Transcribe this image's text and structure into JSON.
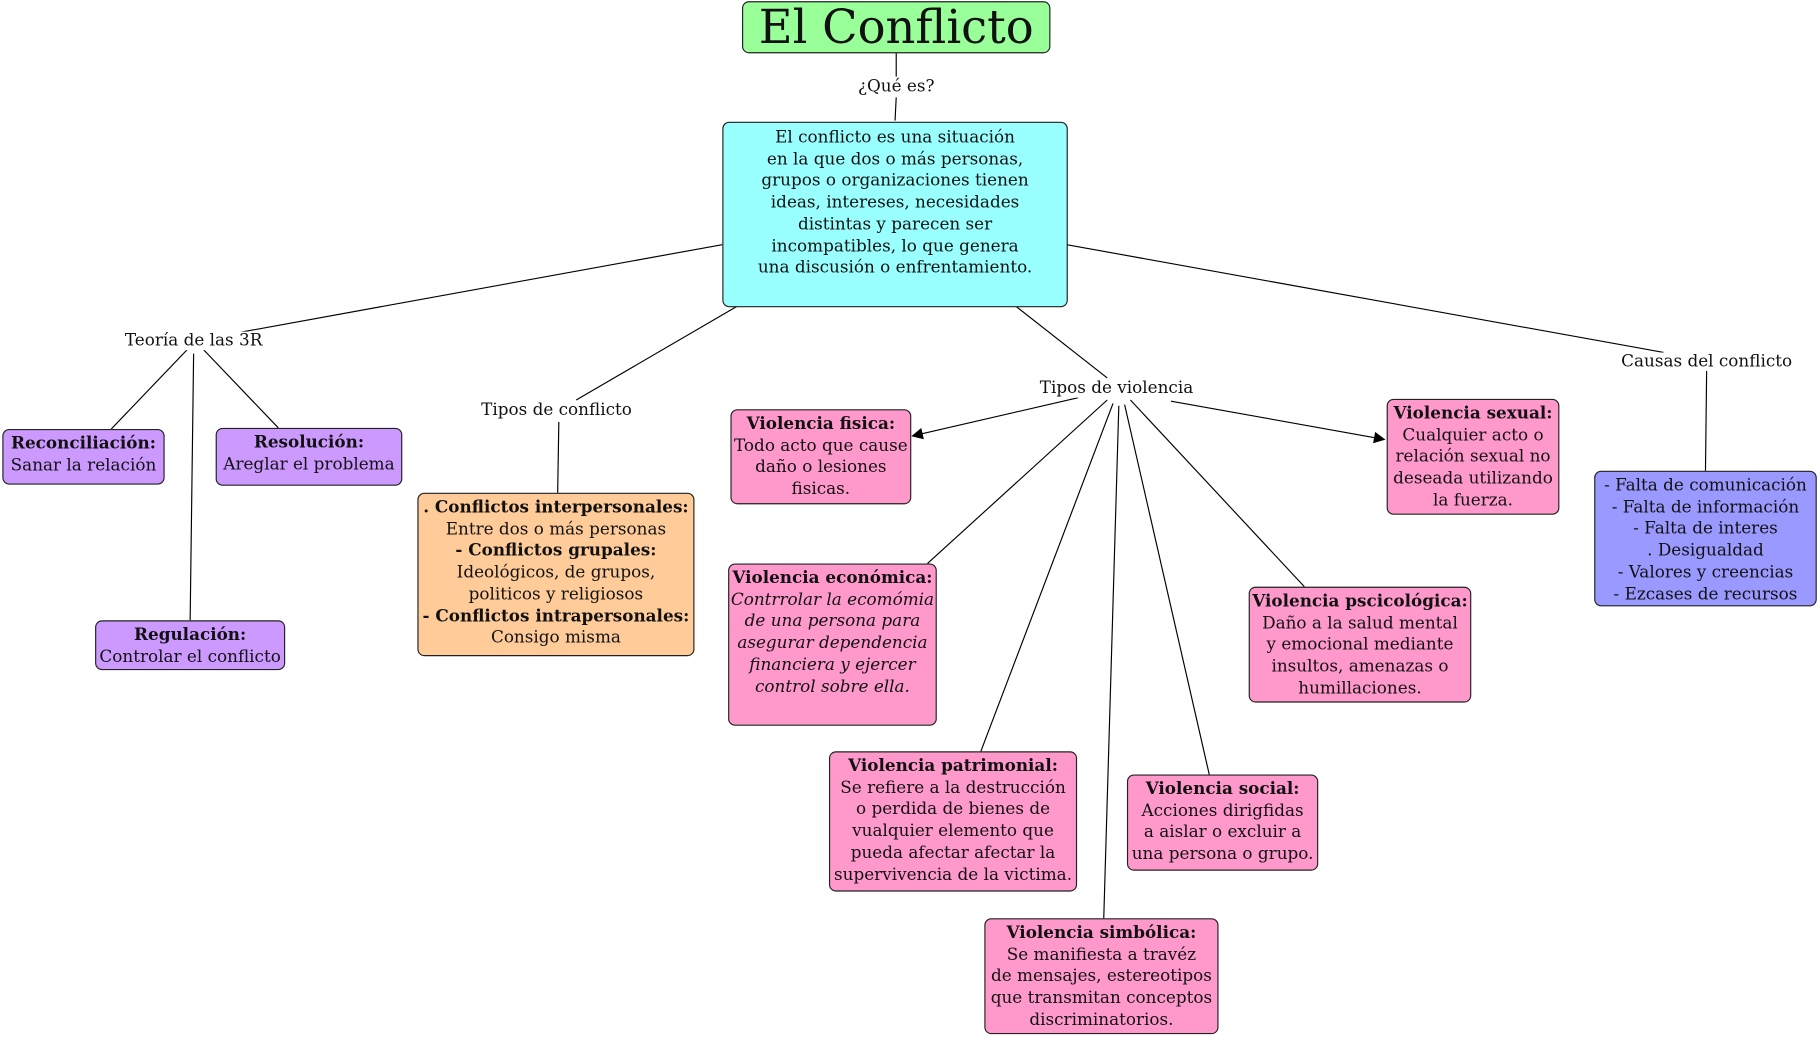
{
  "colors": {
    "title": "#99ff99",
    "definition": "#99ffff",
    "theory": "#cc99ff",
    "types": "#ffcc99",
    "violence": "#ff99cc",
    "causes": "#9999ff"
  },
  "title": "El Conflicto",
  "links": {
    "que_es": "¿Qué es?",
    "teoria": "Teoría de las 3R",
    "tipos_conflicto": "Tipos de conflicto",
    "tipos_violencia": "Tipos de violencia",
    "causas": "Causas del conflicto"
  },
  "definition": [
    "El conflicto es una situación",
    "en la que dos o más personas,",
    "grupos o organizaciones tienen",
    "ideas, intereses, necesidades",
    "distintas y parecen ser",
    "incompatibles, lo que genera",
    "una discusión o enfrentamiento."
  ],
  "theory": {
    "reconciliacion": {
      "title": "Reconciliación:",
      "text": "Sanar la relación"
    },
    "resolucion": {
      "title": "Resolución:",
      "text": "Areglar el problema"
    },
    "regulacion": {
      "title": "Regulación:",
      "text": "Controlar el conflicto"
    }
  },
  "types": [
    ". Conflictos interpersonales:",
    "Entre dos o más personas",
    "- Conflictos grupales:",
    "Ideológicos, de grupos,",
    "politicos y religiosos",
    "- Conflictos intrapersonales:",
    "Consigo misma"
  ],
  "violence": {
    "fisica": {
      "title": "Violencia fisica:",
      "lines": [
        "Todo acto que cause",
        "daño o lesiones",
        "fisicas."
      ]
    },
    "sexual": {
      "title": "Violencia sexual:",
      "lines": [
        "Cualquier acto o",
        "relación sexual no",
        "deseada utilizando",
        "la fuerza."
      ]
    },
    "economica": {
      "title": "Violencia económica:",
      "lines": [
        "Contrrolar la ecomómia",
        "de una persona para",
        "asegurar dependencia",
        "financiera y ejercer",
        "control sobre ella."
      ]
    },
    "psicologica": {
      "title": "Violencia pscicológica:",
      "lines": [
        "Daño a la salud mental",
        "y emocional mediante",
        "insultos, amenazas o",
        "humillaciones."
      ]
    },
    "patrimonial": {
      "title": "Violencia patrimonial:",
      "lines": [
        "Se refiere a la destrucción",
        "o perdida de bienes de",
        "vualquier elemento que",
        "pueda afectar afectar la",
        "supervivencia de la victima."
      ]
    },
    "social": {
      "title": "Violencia social:",
      "lines": [
        "Acciones dirigfidas",
        "a aislar o excluir a",
        "una persona o grupo."
      ]
    },
    "simbolica": {
      "title": "Violencia simbólica:",
      "lines": [
        "Se manifiesta a travéz",
        "de mensajes, estereotipos",
        "que transmitan conceptos",
        "discriminatorios."
      ]
    }
  },
  "causes": [
    "- Falta de comunicación",
    "- Falta de información",
    "- Falta de interes",
    ". Desigualdad",
    "- Valores y creencias",
    "- Ezcases de recursos"
  ]
}
